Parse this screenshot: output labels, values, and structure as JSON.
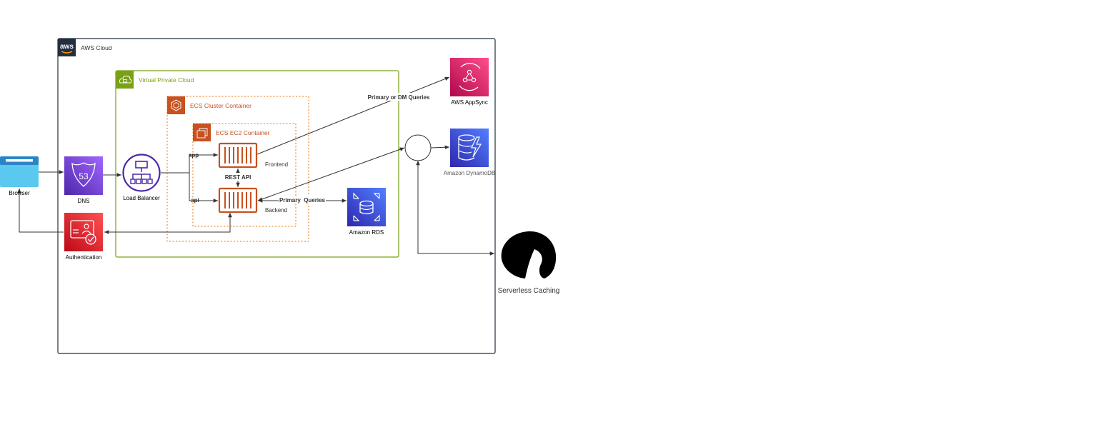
{
  "groups": {
    "aws_cloud": "AWS Cloud",
    "aws_logo_text": "aws",
    "vpc": "Virtual Private Cloud",
    "ecs_cluster": "ECS Cluster Container",
    "ecs_ec2": "ECS EC2 Container"
  },
  "nodes": {
    "browser": "Browser",
    "dns": "DNS",
    "dns_badge": "53",
    "authentication": "Authentication",
    "load_balancer": "Load Balancer",
    "frontend": "Frontend",
    "backend": "Backend",
    "amazon_rds": "Amazon RDS",
    "appsync": "AWS AppSync",
    "dynamodb": "Amazon DynamoDB",
    "serverless_caching": "Serverless Caching"
  },
  "edges": {
    "app": "app",
    "api": "api",
    "rest_api": "REST API",
    "primary_queries": "Primary  Queries",
    "primary_or_dm_queries": "Primary or DM Queries"
  },
  "colors": {
    "aws_dark": "#232f3e",
    "vpc_green": "#7aa116",
    "ecs_orange": "#ed7100",
    "container_brown": "#c7511f",
    "network_purple": "#8c4fff",
    "lb_purple": "#4d27aa",
    "auth_red": "#dd344c",
    "database_blue": "#3b48cc",
    "appsync_pink": "#e7157b",
    "browser_blue": "#5bc8ef"
  }
}
